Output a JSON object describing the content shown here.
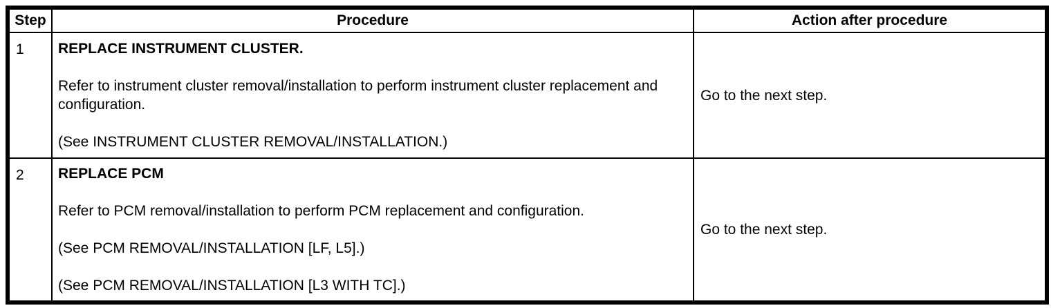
{
  "table": {
    "headers": {
      "step": "Step",
      "procedure": "Procedure",
      "action": "Action after procedure"
    },
    "rows": [
      {
        "step": "1",
        "title": "REPLACE INSTRUMENT CLUSTER.",
        "paragraphs": [
          "Refer to instrument cluster removal/installation to perform instrument cluster replacement and configuration.",
          "(See INSTRUMENT CLUSTER REMOVAL/INSTALLATION.)"
        ],
        "action": "Go to the next step."
      },
      {
        "step": "2",
        "title": "REPLACE PCM",
        "paragraphs": [
          "Refer to PCM removal/installation to perform PCM replacement and configuration.",
          "(See PCM REMOVAL/INSTALLATION [LF, L5].)",
          "(See PCM REMOVAL/INSTALLATION [L3 WITH TC].)"
        ],
        "action": "Go to the next step."
      }
    ]
  },
  "colors": {
    "border": "#000000",
    "text": "#000000",
    "background": "#ffffff"
  }
}
